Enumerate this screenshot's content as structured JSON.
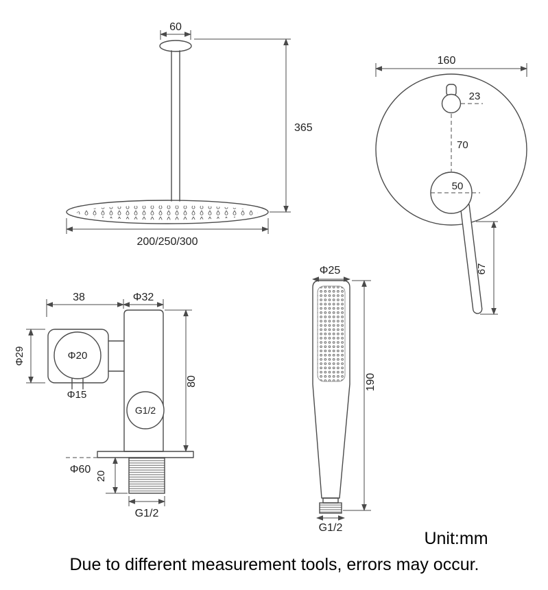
{
  "colors": {
    "line": "#4a4a4a",
    "text": "#1f1f1f",
    "background": "#ffffff"
  },
  "ceiling_shower": {
    "flange_diameter": "60",
    "arm_height": "365",
    "head_diameter_options": "200/250/300"
  },
  "mixer_valve": {
    "plate_diameter": "160",
    "knob_diameter": "23",
    "center_distance": "70",
    "handle_hub_diameter": "50",
    "handle_extension": "67"
  },
  "wall_outlet": {
    "holder_offset": "38",
    "body_diameter": "Φ32",
    "holder_ring_diameter": "Φ29",
    "holder_inner_diameter": "Φ20",
    "pin_diameter": "Φ15",
    "side_port_thread": "G1/2",
    "body_height": "80",
    "flange_diameter": "Φ60",
    "thread_length": "20",
    "bottom_thread": "G1/2"
  },
  "hand_shower": {
    "head_diameter": "Φ25",
    "length": "190",
    "thread": "G1/2"
  },
  "footer": {
    "unit_label": "Unit:mm",
    "disclaimer": "Due to different measurement tools, errors may occur."
  }
}
